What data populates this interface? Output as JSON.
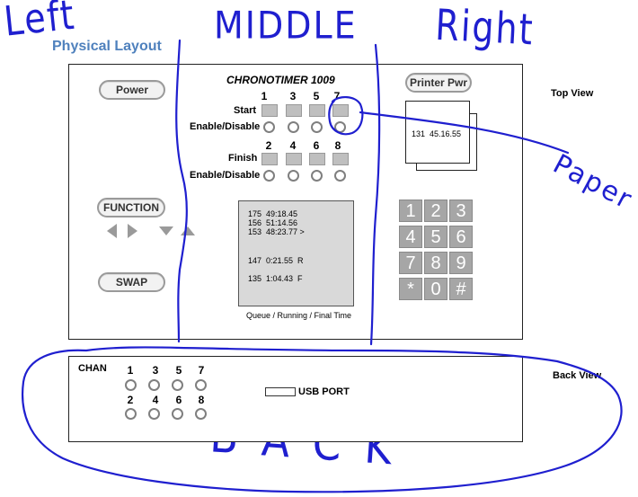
{
  "annotations": {
    "left": "Left",
    "middle": "MIDDLE",
    "right": "Right",
    "paper": "Paper",
    "back": "BACK"
  },
  "layout_title": "Physical Layout",
  "views": {
    "top": "Top View",
    "back": "Back View"
  },
  "device": {
    "title": "CHRONOTIMER 1009",
    "power_label": "Power",
    "printer_power_label": "Printer Pwr",
    "function_label": "FUNCTION",
    "swap_label": "SWAP",
    "arrow_icons": [
      "left-arrow-icon",
      "right-arrow-icon",
      "down-arrow-icon",
      "up-arrow-icon"
    ],
    "start_row": {
      "channels": [
        "1",
        "3",
        "5",
        "7"
      ],
      "label": "Start",
      "enable_label": "Enable/Disable"
    },
    "finish_row": {
      "channels": [
        "2",
        "4",
        "6",
        "8"
      ],
      "label": "Finish",
      "enable_label": "Enable/Disable"
    },
    "display_lines": [
      "175  49:18.45",
      "156  51:14.56",
      "153  48:23.77 >",
      "147  0:21.55  R",
      "135  1:04.43  F"
    ],
    "display_caption": "Queue / Running / Final Time",
    "printer_output": "131  45.16.55",
    "keypad": [
      "1",
      "2",
      "3",
      "4",
      "5",
      "6",
      "7",
      "8",
      "9",
      "*",
      "0",
      "#"
    ]
  },
  "back_panel": {
    "chan_label": "CHAN",
    "top_channels": [
      "1",
      "3",
      "5",
      "7"
    ],
    "bottom_channels": [
      "2",
      "4",
      "6",
      "8"
    ],
    "usb_label": "USB PORT"
  },
  "colors": {
    "ink": "#1f1fcf",
    "title_blue": "#4f81bd",
    "key_gray": "#a6a6a6",
    "screen_gray": "#d9d9d9"
  }
}
